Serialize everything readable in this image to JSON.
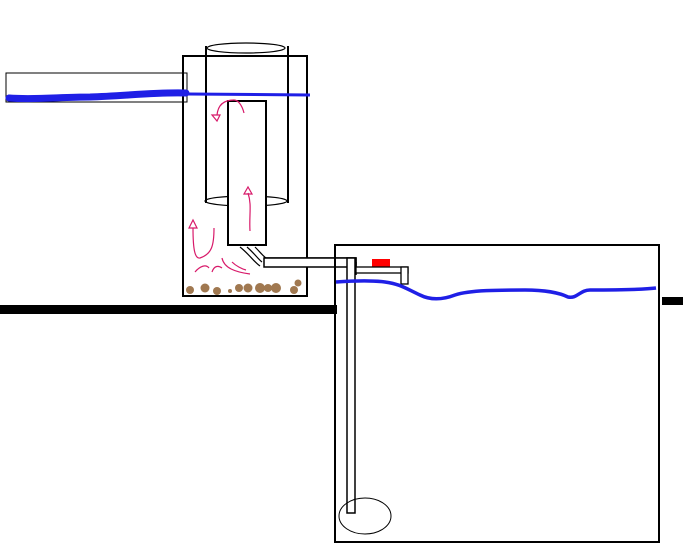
{
  "colors": {
    "background": "#ffffff",
    "outline": "#000000",
    "water": "#1f1fe6",
    "flow_arrows": "#d81a6a",
    "gravel": "#a07850",
    "float_valve": "#ff0000",
    "pipe_fill": "#ffffff"
  },
  "components": [
    {
      "name": "overflow-trough",
      "kind": "tank"
    },
    {
      "name": "upper-filter-tank",
      "kind": "tank"
    },
    {
      "name": "standpipe-cylinder",
      "kind": "pipe"
    },
    {
      "name": "inner-riser-tube",
      "kind": "pipe"
    },
    {
      "name": "transfer-pipe",
      "kind": "pipe"
    },
    {
      "name": "lower-sump-tank",
      "kind": "tank"
    },
    {
      "name": "red-float-valve",
      "kind": "valve"
    },
    {
      "name": "drop-pipe",
      "kind": "pipe"
    },
    {
      "name": "pump-intake-ring",
      "kind": "pump"
    },
    {
      "name": "gravel-bed",
      "kind": "media"
    },
    {
      "name": "ground-line",
      "kind": "ground"
    }
  ],
  "flow_arrows": [
    {
      "name": "flow-arrow-riser-up",
      "direction": "up"
    },
    {
      "name": "flow-arrow-left-up",
      "direction": "up"
    },
    {
      "name": "flow-arrow-top-curl",
      "direction": "down"
    }
  ],
  "gravel_stones": 11
}
